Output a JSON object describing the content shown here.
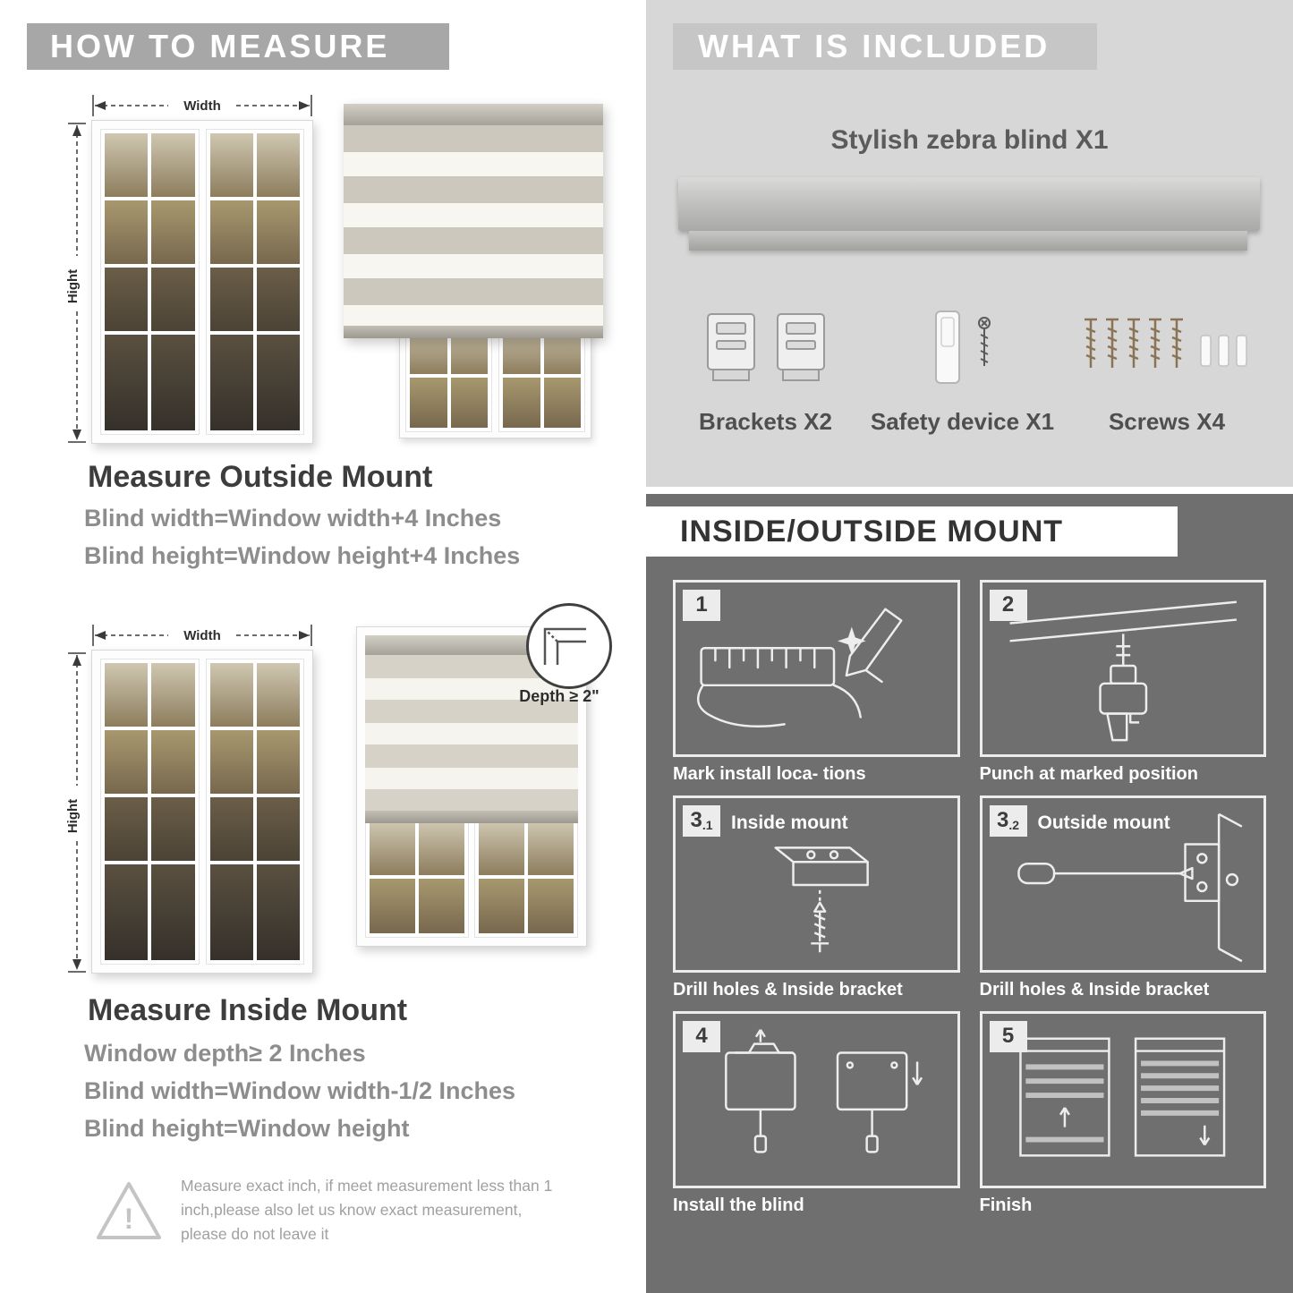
{
  "measure": {
    "header": "HOW TO MEASURE",
    "width_label": "Width",
    "height_label": "Hight",
    "outside": {
      "title": "Measure Outside Mount",
      "line1": "Blind width=Window width+4 Inches",
      "line2": "Blind height=Window height+4 Inches"
    },
    "inside": {
      "depth_label": "Depth ≥ 2\"",
      "title": "Measure Inside Mount",
      "line1": "Window depth≥ 2 Inches",
      "line2": "Blind width=Window width-1/2 Inches",
      "line3": "Blind height=Window height"
    },
    "note": "Measure exact inch, if meet measurement less than 1 inch,please also let us know exact measurement, please do not leave it",
    "warning_mark": "!"
  },
  "included": {
    "header": "WHAT IS INCLUDED",
    "product_title": "Stylish zebra blind X1",
    "items": [
      {
        "label": "Brackets X2"
      },
      {
        "label": "Safety device X1"
      },
      {
        "label": "Screws X4"
      }
    ]
  },
  "mount": {
    "header": "INSIDE/OUTSIDE MOUNT",
    "steps": [
      {
        "num": "1",
        "caption": "Mark install loca- tions"
      },
      {
        "num": "2",
        "caption": "Punch at  marked position"
      },
      {
        "num": "3",
        "sub": ".1",
        "label": "Inside mount",
        "caption": "Drill holes &  Inside bracket"
      },
      {
        "num": "3",
        "sub": ".2",
        "label": "Outside mount",
        "caption": "Drill holes &  Inside bracket"
      },
      {
        "num": "4",
        "caption": "Install the blind"
      },
      {
        "num": "5",
        "caption": "Finish"
      }
    ]
  },
  "colors": {
    "banner_gray": "#a7a7a7",
    "panel_light": "#d7d7d7",
    "panel_dark": "#6f6f6f",
    "text_dark": "#3d3d3d",
    "text_gray": "#8d8d8d"
  }
}
